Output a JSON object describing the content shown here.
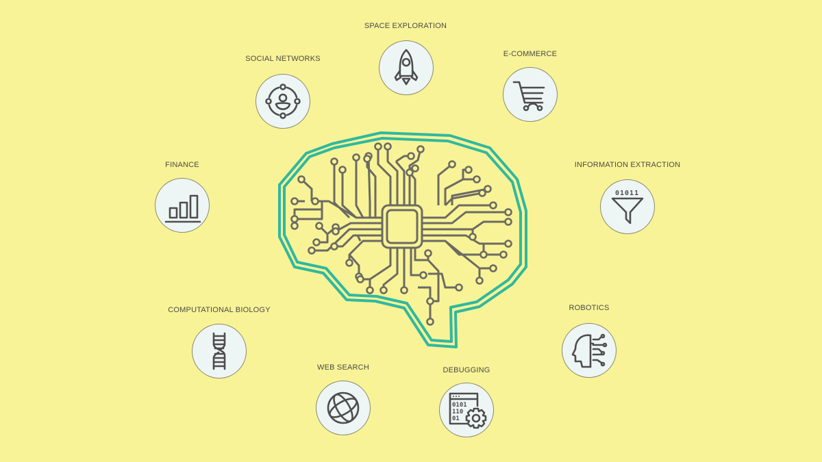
{
  "diagram": {
    "center": {
      "name": "AI brain circuit",
      "outline_color": "#2fb8a0",
      "trace_color": "#6b6a63"
    },
    "background_color": "#f8f396",
    "nodes": [
      {
        "label": "SPACE EXPLORATION",
        "icon": "rocket-icon"
      },
      {
        "label": "SOCIAL NETWORKS",
        "icon": "social-network-icon"
      },
      {
        "label": "E-COMMERCE",
        "icon": "shopping-cart-icon"
      },
      {
        "label": "FINANCE",
        "icon": "bar-chart-icon"
      },
      {
        "label": "INFORMATION EXTRACTION",
        "icon": "filter-funnel-icon",
        "icon_text": "01011"
      },
      {
        "label": "COMPUTATIONAL BIOLOGY",
        "icon": "dna-icon"
      },
      {
        "label": "ROBOTICS",
        "icon": "robot-head-icon"
      },
      {
        "label": "WEB SEARCH",
        "icon": "globe-icon"
      },
      {
        "label": "DEBUGGING",
        "icon": "code-gear-icon",
        "icon_text": [
          "0101",
          "110",
          "01"
        ]
      }
    ]
  }
}
